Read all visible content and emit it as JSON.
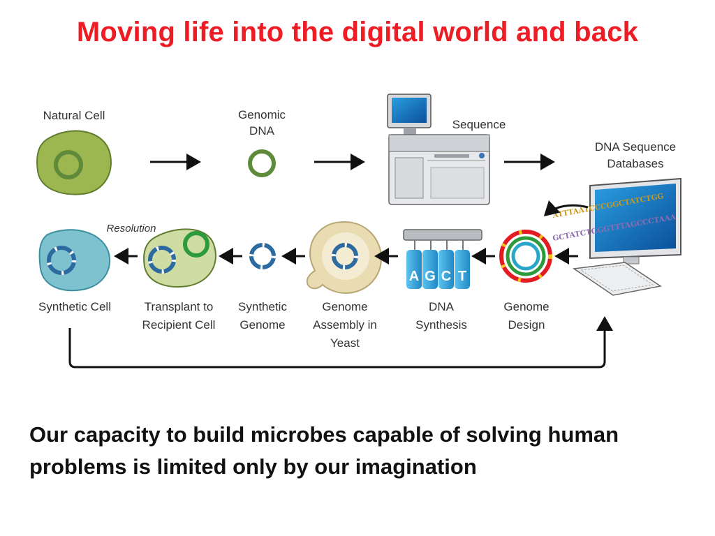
{
  "title": "Moving life into the digital world and back",
  "steps": {
    "natural_cell": "Natural Cell",
    "genomic_dna": [
      "Genomic",
      "DNA"
    ],
    "sequence": "Sequence",
    "databases": [
      "DNA Sequence",
      "Databases"
    ],
    "genome_design": [
      "Genome",
      "Design"
    ],
    "dna_synthesis": [
      "DNA",
      "Synthesis"
    ],
    "genome_assembly": [
      "Genome",
      "Assembly in",
      "Yeast"
    ],
    "synthetic_genome": [
      "Synthetic",
      "Genome"
    ],
    "transplant": [
      "Transplant to",
      "Recipient Cell"
    ],
    "synthetic_cell": "Synthetic Cell",
    "resolution": "Resolution"
  },
  "bases": [
    "A",
    "G",
    "C",
    "T"
  ],
  "sequence_strings": [
    "ATTTAATCCCGGCTATCTGG",
    "GCTATCTGGGTTTAGCCCTAAA"
  ],
  "colors": {
    "title": "#ee1c24",
    "cell_green": "#9cb74f",
    "dna_green": "#5e8b3a",
    "synthetic_blue": "#7fc2cf",
    "genome_blue": "#2c6aa0",
    "bottle_blue": "#3fa7dc",
    "yeast": "#e9dcb2",
    "design_red": "#e31b23"
  },
  "caption": "Our capacity to build microbes capable of solving human problems is limited only by our imagination"
}
